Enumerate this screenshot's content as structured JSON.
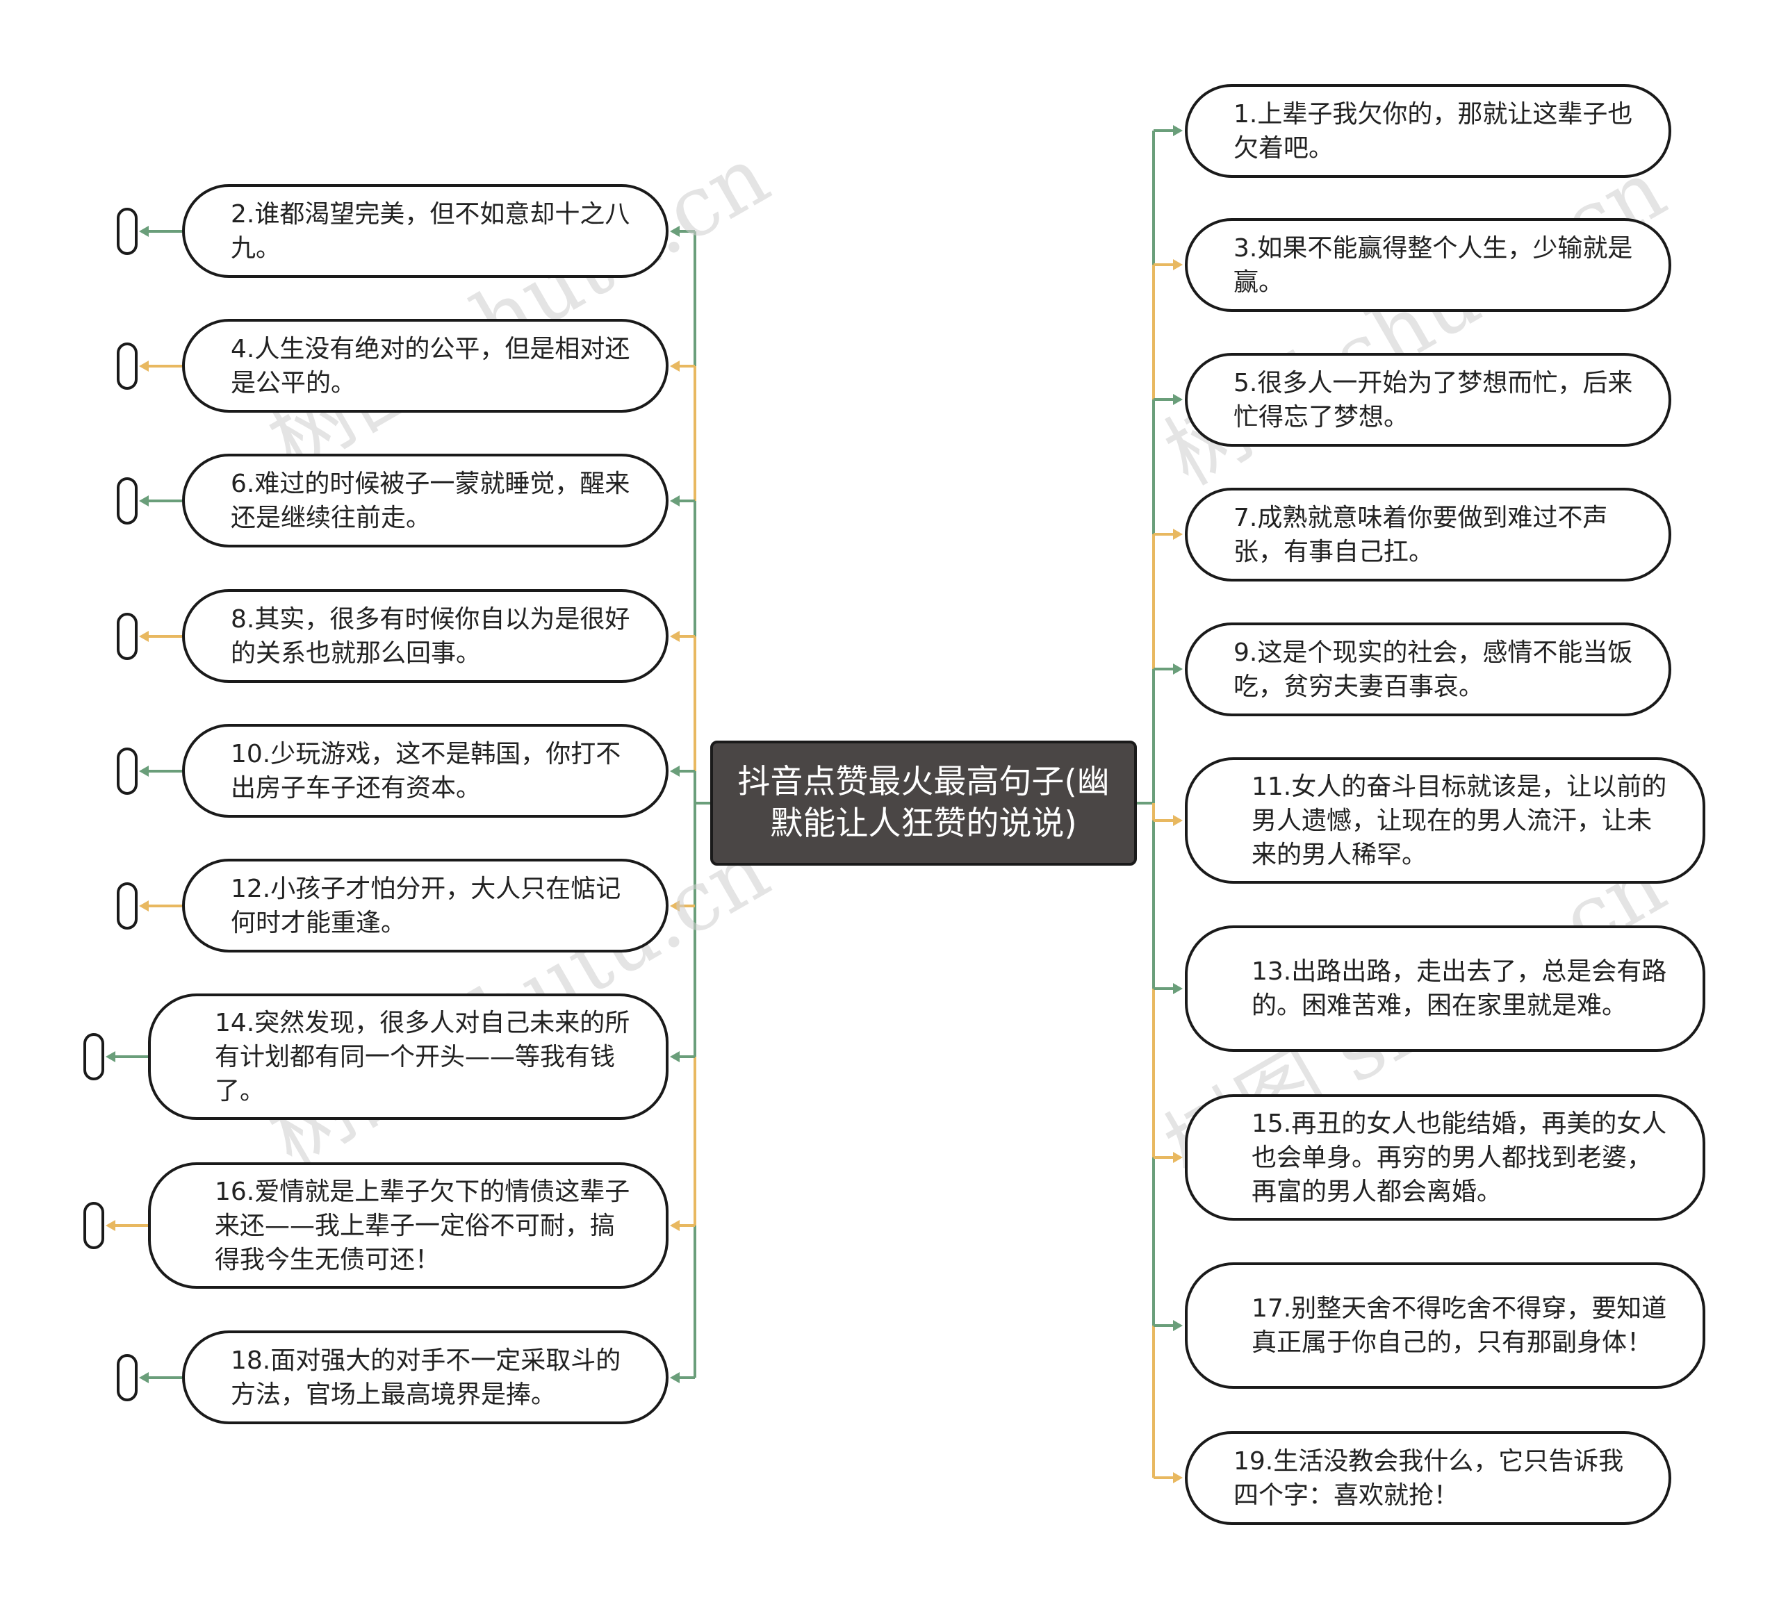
{
  "root": {
    "label": "抖音点赞最火最高句子(幽默能让人狂赞的说说)"
  },
  "left_nodes": [
    {
      "text": "2.谁都渴望完美，但不如意却十之八九。"
    },
    {
      "text": "4.人生没有绝对的公平，但是相对还是公平的。"
    },
    {
      "text": "6.难过的时候被子一蒙就睡觉，醒来还是继续往前走。"
    },
    {
      "text": "8.其实，很多有时候你自以为是很好的关系也就那么回事。"
    },
    {
      "text": "10.少玩游戏，这不是韩国，你打不出房子车子还有资本。"
    },
    {
      "text": "12.小孩子才怕分开，大人只在惦记何时才能重逢。"
    },
    {
      "text": "14.突然发现，很多人对自己未来的所有计划都有同一个开头——等我有钱了。"
    },
    {
      "text": "16.爱情就是上辈子欠下的情债这辈子来还——我上辈子一定俗不可耐，搞得我今生无债可还！"
    },
    {
      "text": "18.面对强大的对手不一定采取斗的方法，官场上最高境界是捧。"
    }
  ],
  "right_nodes": [
    {
      "text": "1.上辈子我欠你的，那就让这辈子也欠着吧。"
    },
    {
      "text": "3.如果不能赢得整个人生，少输就是赢。"
    },
    {
      "text": "5.很多人一开始为了梦想而忙，后来忙得忘了梦想。"
    },
    {
      "text": "7.成熟就意味着你要做到难过不声张，有事自己扛。"
    },
    {
      "text": "9.这是个现实的社会，感情不能当饭吃，贫穷夫妻百事哀。"
    },
    {
      "text": "11.女人的奋斗目标就该是，让以前的男人遗憾，让现在的男人流汗，让未来的男人稀罕。"
    },
    {
      "text": "13.出路出路，走出去了，总是会有路的。困难苦难，困在家里就是难。"
    },
    {
      "text": "15.再丑的女人也能结婚，再美的女人也会单身。再穷的男人都找到老婆，再富的男人都会离婚。"
    },
    {
      "text": "17.别整天舍不得吃舍不得穿，要知道真正属于你自己的，只有那副身体！"
    },
    {
      "text": "19.生活没教会我什么，它只告诉我四个字：喜欢就抢！"
    }
  ],
  "watermarks": [
    "树图 shutu.cn",
    "树图 shutu.cn",
    "树图 shutu.cn",
    "树图 shutu.cn"
  ],
  "colors": {
    "green": "#6a9e7a",
    "orange": "#e8b860",
    "root_fill": "#4a4645",
    "node_border": "#1a1a1a"
  }
}
